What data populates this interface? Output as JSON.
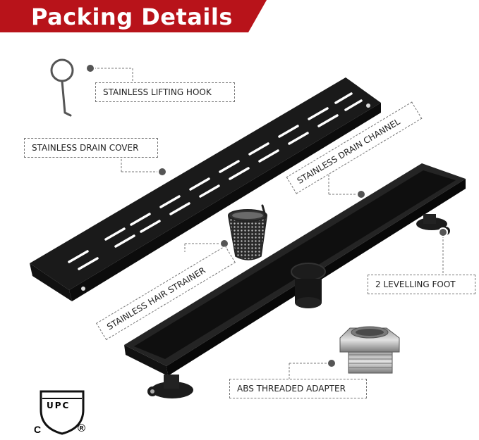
{
  "header": {
    "title": "Packing Details",
    "banner_color": "#b8131a"
  },
  "callouts": {
    "lifting_hook": "STAINLESS LIFTING HOOK",
    "drain_cover": "STAINLESS DRAIN COVER",
    "drain_channel": "STAINLESS DRAIN CHANNEL",
    "hair_strainer": "STAINLESS HAIR STRAINER",
    "levelling_foot": "2 LEVELLING FOOT",
    "threaded_adapter": "ABS THREADED ADAPTER"
  },
  "certification": {
    "mark": "UPC",
    "c_letter": "C",
    "registered_symbol": "®"
  },
  "colors": {
    "product": "#1a1a1a",
    "dot": "#555555",
    "leader": "#777777"
  }
}
